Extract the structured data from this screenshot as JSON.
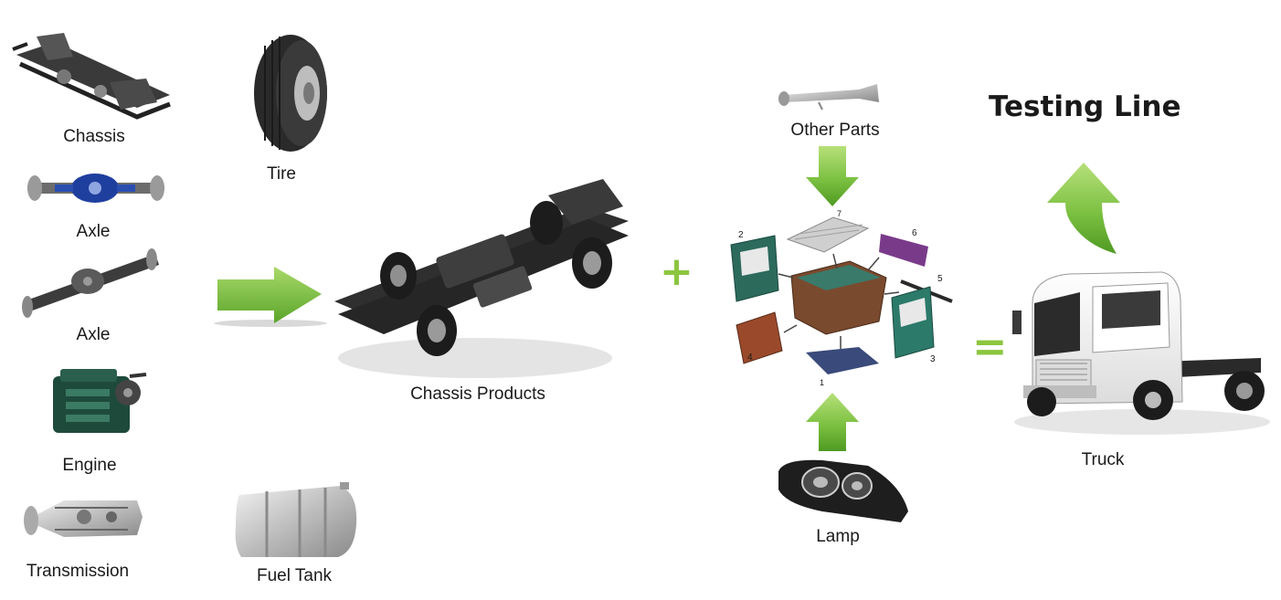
{
  "components": {
    "chassis": "Chassis",
    "axle_1": "Axle",
    "axle_2": "Axle",
    "engine": "Engine",
    "transmission": "Transmission",
    "tire": "Tire",
    "fuel_tank": "Fuel Tank"
  },
  "chassis_products": "Chassis Products",
  "cab": {
    "other_parts": "Other Parts",
    "lamp": "Lamp",
    "part_numbers": [
      "1",
      "2",
      "3",
      "4",
      "5",
      "6",
      "7"
    ]
  },
  "truck": "Truck",
  "testing_line": "Testing Line",
  "operators": {
    "plus": "+",
    "equals": "="
  },
  "colors": {
    "arrow_green": "#7cc142",
    "operator_green": "#8cc63f",
    "text": "#1a1a1a"
  },
  "icons": [
    "chassis-frame-icon",
    "axle-icon",
    "engine-icon",
    "transmission-icon",
    "tire-icon",
    "fuel-tank-icon",
    "chassis-assembly-icon",
    "horn-icon",
    "cab-exploded-icon",
    "headlamp-icon",
    "truck-icon",
    "arrow-right-icon",
    "arrow-down-icon",
    "arrow-up-icon",
    "arrow-curved-up-icon"
  ]
}
